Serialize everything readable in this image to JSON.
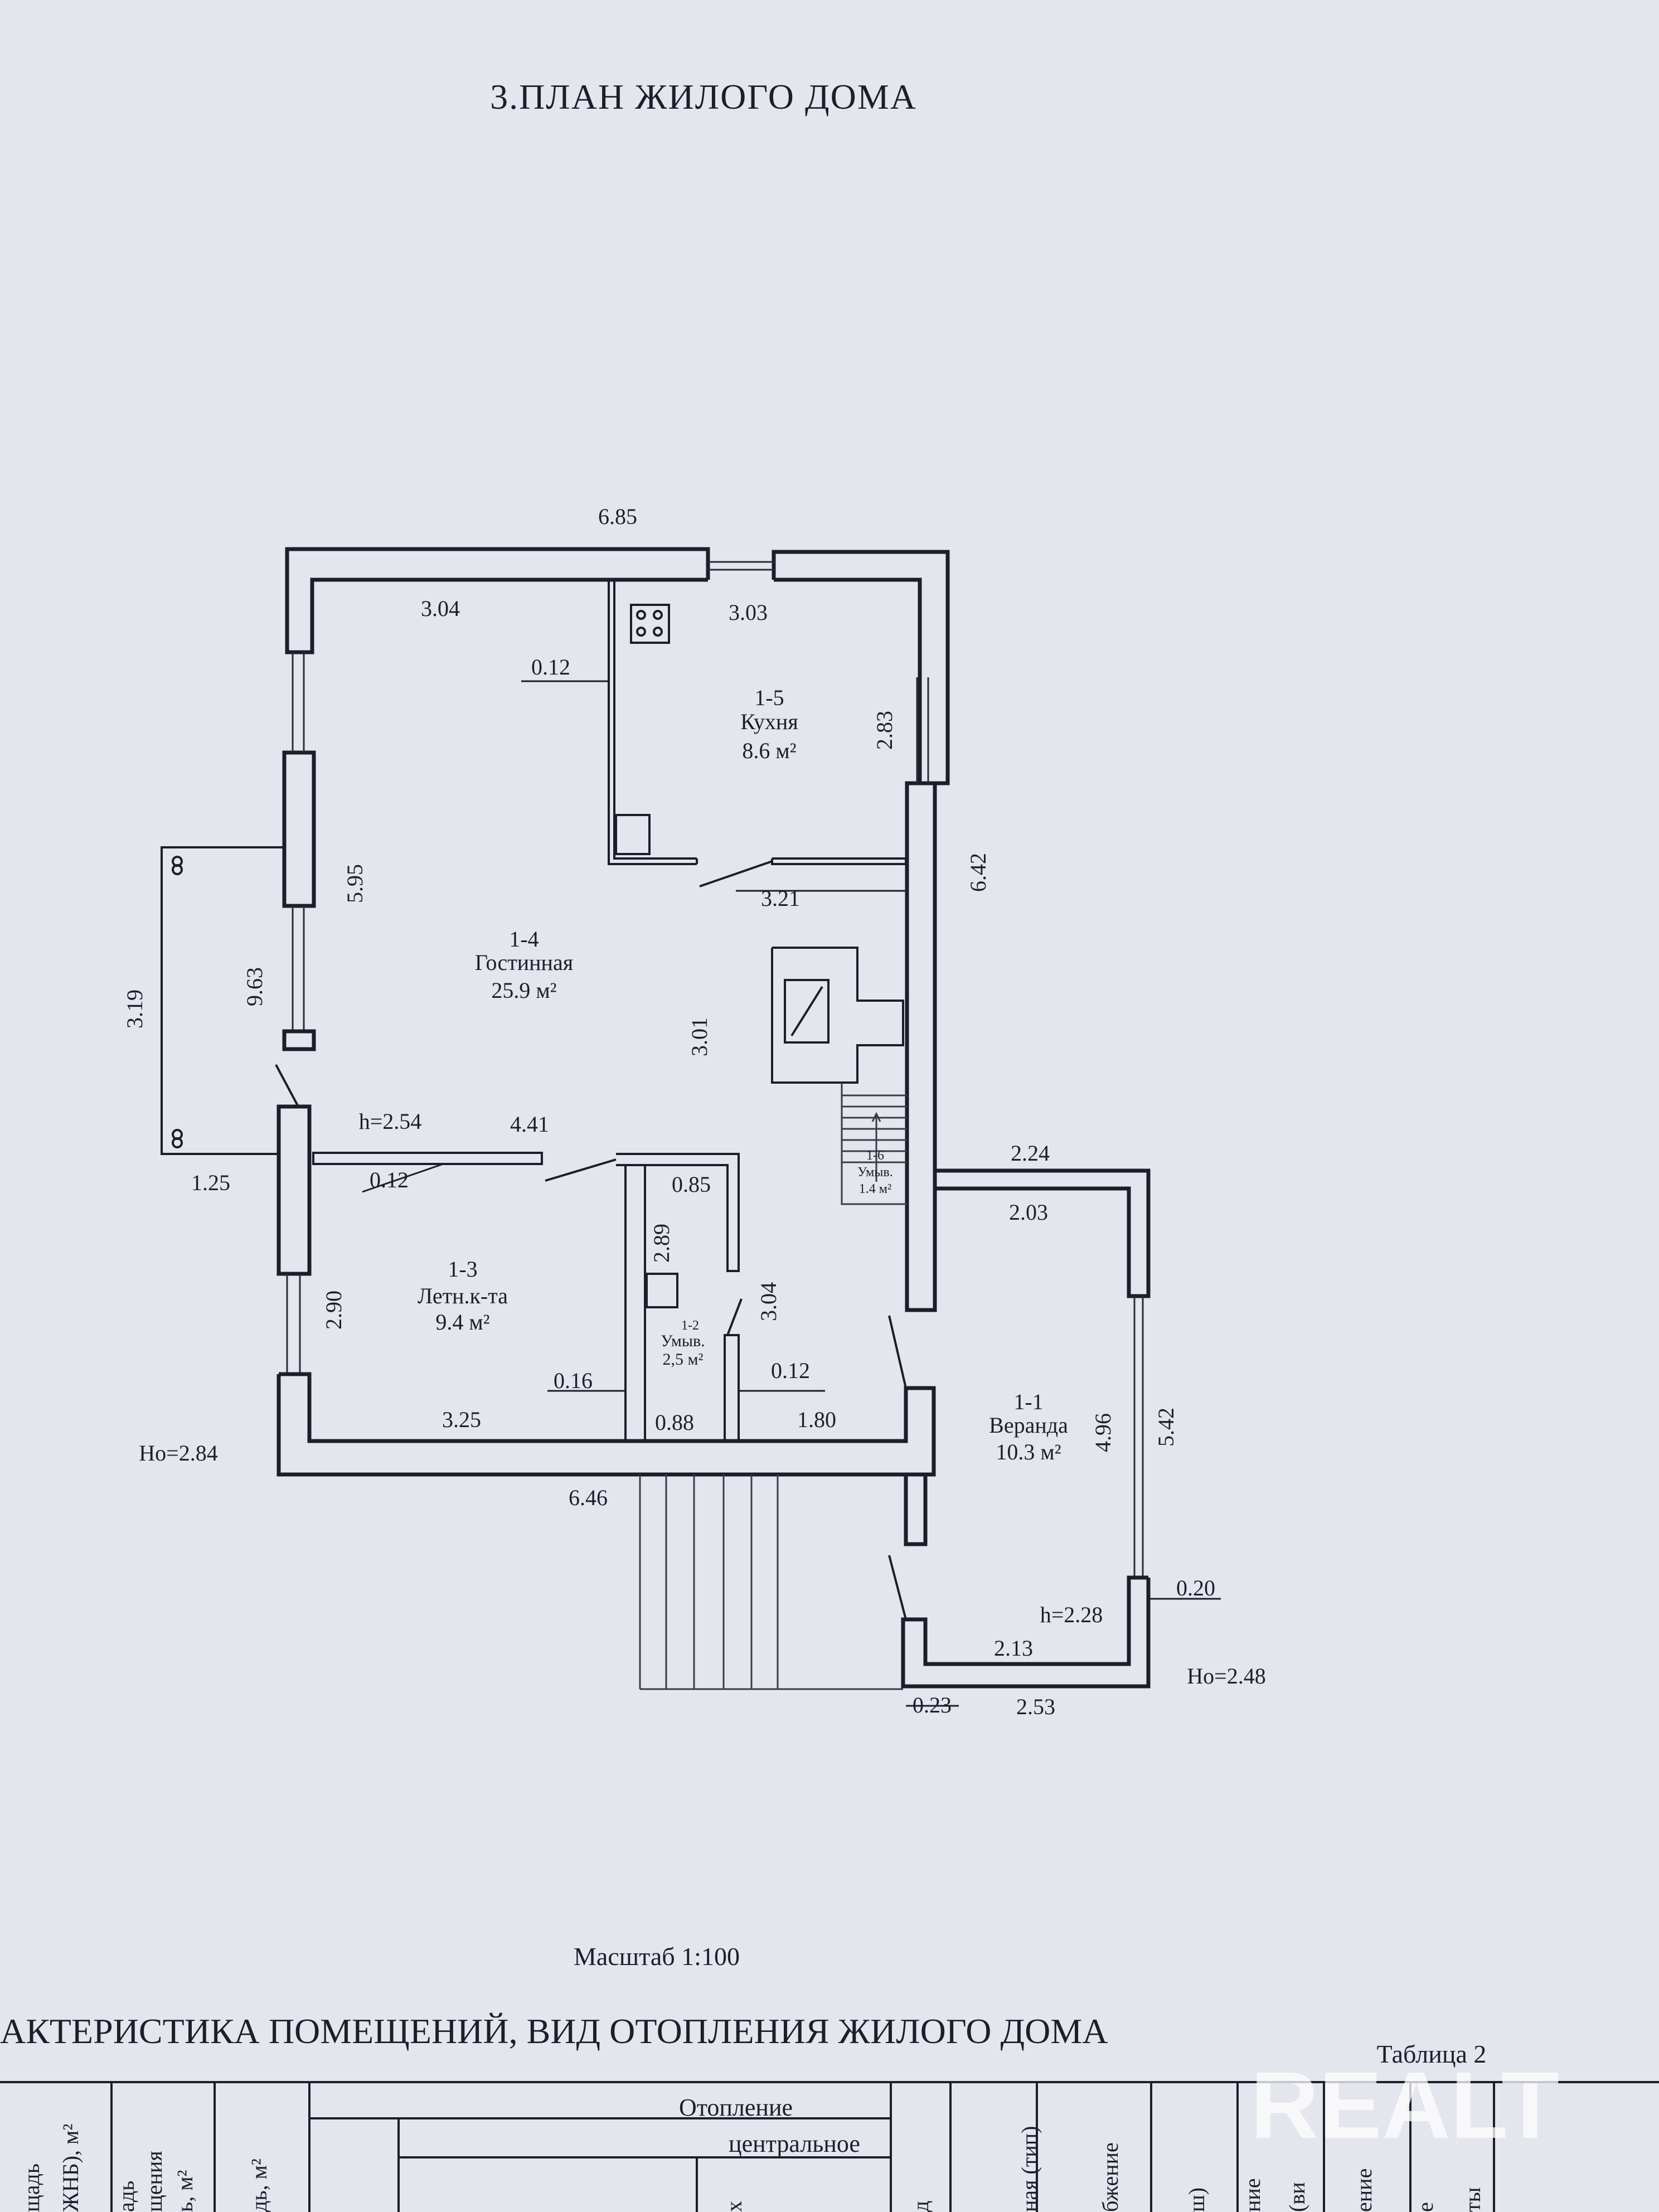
{
  "title": "3.ПЛАН ЖИЛОГО ДОМА",
  "scale": "Масштаб 1:100",
  "section_title": "АКТЕРИСТИКА ПОМЕЩЕНИЙ, ВИД ОТОПЛЕНИЯ ЖИЛОГО ДОМА",
  "table_label": "Таблица 2",
  "table_headers": {
    "h1": "щадь",
    "h2": "ЖНБ), м²",
    "h3": "адь",
    "h4": "щения",
    "h5": "ь, м²",
    "h6": "дь, м²",
    "heating": "Отопление",
    "central": "центральное",
    "h7": "х",
    "h8": "д",
    "h9": "ная (тип)",
    "h10": "бжение",
    "h11": "ш)",
    "h12": "ние",
    "h13": "(ви",
    "h14": "ение",
    "h15": "е",
    "h16": "ты"
  },
  "watermark": "REALT",
  "rooms": [
    {
      "id": "1-5",
      "name": "Кухня",
      "area": "8.6  м²"
    },
    {
      "id": "1-4",
      "name": "Гостинная",
      "area": "25.9 м²"
    },
    {
      "id": "1-3",
      "name": "Летн.к-та",
      "area": "9.4  м²"
    },
    {
      "id": "1-2",
      "name": "Умыв.",
      "area": "2,5  м²"
    },
    {
      "id": "1-6",
      "name": "Умыв.",
      "area": "1.4  м²"
    },
    {
      "id": "1-1",
      "name": "Веранда",
      "area": "10.3 м²"
    }
  ],
  "dims": {
    "d_685": "6.85",
    "d_304": "3.04",
    "d_303": "3.03",
    "d_012a": "0.12",
    "d_283": "2.83",
    "d_642": "6.42",
    "d_595": "5.95",
    "d_321": "3.21",
    "d_319": "3.19",
    "d_963": "9.63",
    "d_301": "3.01",
    "h_254": "h=2.54",
    "d_441": "4.41",
    "d_224": "2.24",
    "d_125": "1.25",
    "d_012b": "0.12",
    "d_085": "0.85",
    "d_203": "2.03",
    "d_289": "2.89",
    "d_290": "2.90",
    "d_304b": "3.04",
    "d_016": "0.16",
    "d_012c": "0.12",
    "d_325": "3.25",
    "d_088": "0.88",
    "d_180": "1.80",
    "d_496": "4.96",
    "d_542": "5.42",
    "ho_284": "Ho=2.84",
    "d_646": "6.46",
    "d_020": "0.20",
    "h_228": "h=2.28",
    "d_213": "2.13",
    "ho_248": "Ho=2.48",
    "d_023": "0.23",
    "d_253": "2.53"
  }
}
